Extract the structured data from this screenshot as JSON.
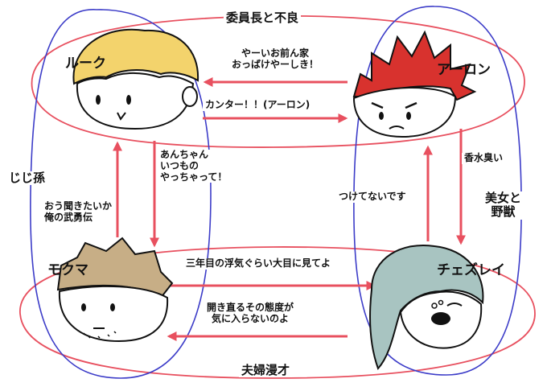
{
  "characters": {
    "luke": "ルーク",
    "aaron": "アーロン",
    "mokuma": "モクマ",
    "chezlei": "チェズレイ"
  },
  "groups": {
    "top": "委員長と不良",
    "bottom": "夫婦漫才",
    "left": "じじ孫",
    "right": "美女と\n野獣"
  },
  "relations": {
    "aaron_to_luke": "やーいお前ん家\nおっばけやーしき！",
    "luke_to_aaron": "カンター！！(アーロン)",
    "luke_to_mokuma": "あんちゃん\nいつもの\nやっちゃって！",
    "mokuma_to_luke": "おう聞きたいか\n俺の武勇伝",
    "aaron_to_chezlei": "香水臭い",
    "chezlei_to_aaron": "つけてないです",
    "mokuma_to_chezlei": "三年目の浮気ぐらい大目に見てよ",
    "chezlei_to_mokuma": "開き直るその態度が\n気に入らないのよ"
  },
  "colors": {
    "arrow": "#e8505f",
    "group_red": "#e8505f",
    "group_blue": "#3c3cc8",
    "luke_hair": "#f3d36c",
    "aaron_hair": "#d8322e",
    "mokuma_hair": "#c7ae86",
    "chezlei_hair": "#a8c4c1"
  }
}
